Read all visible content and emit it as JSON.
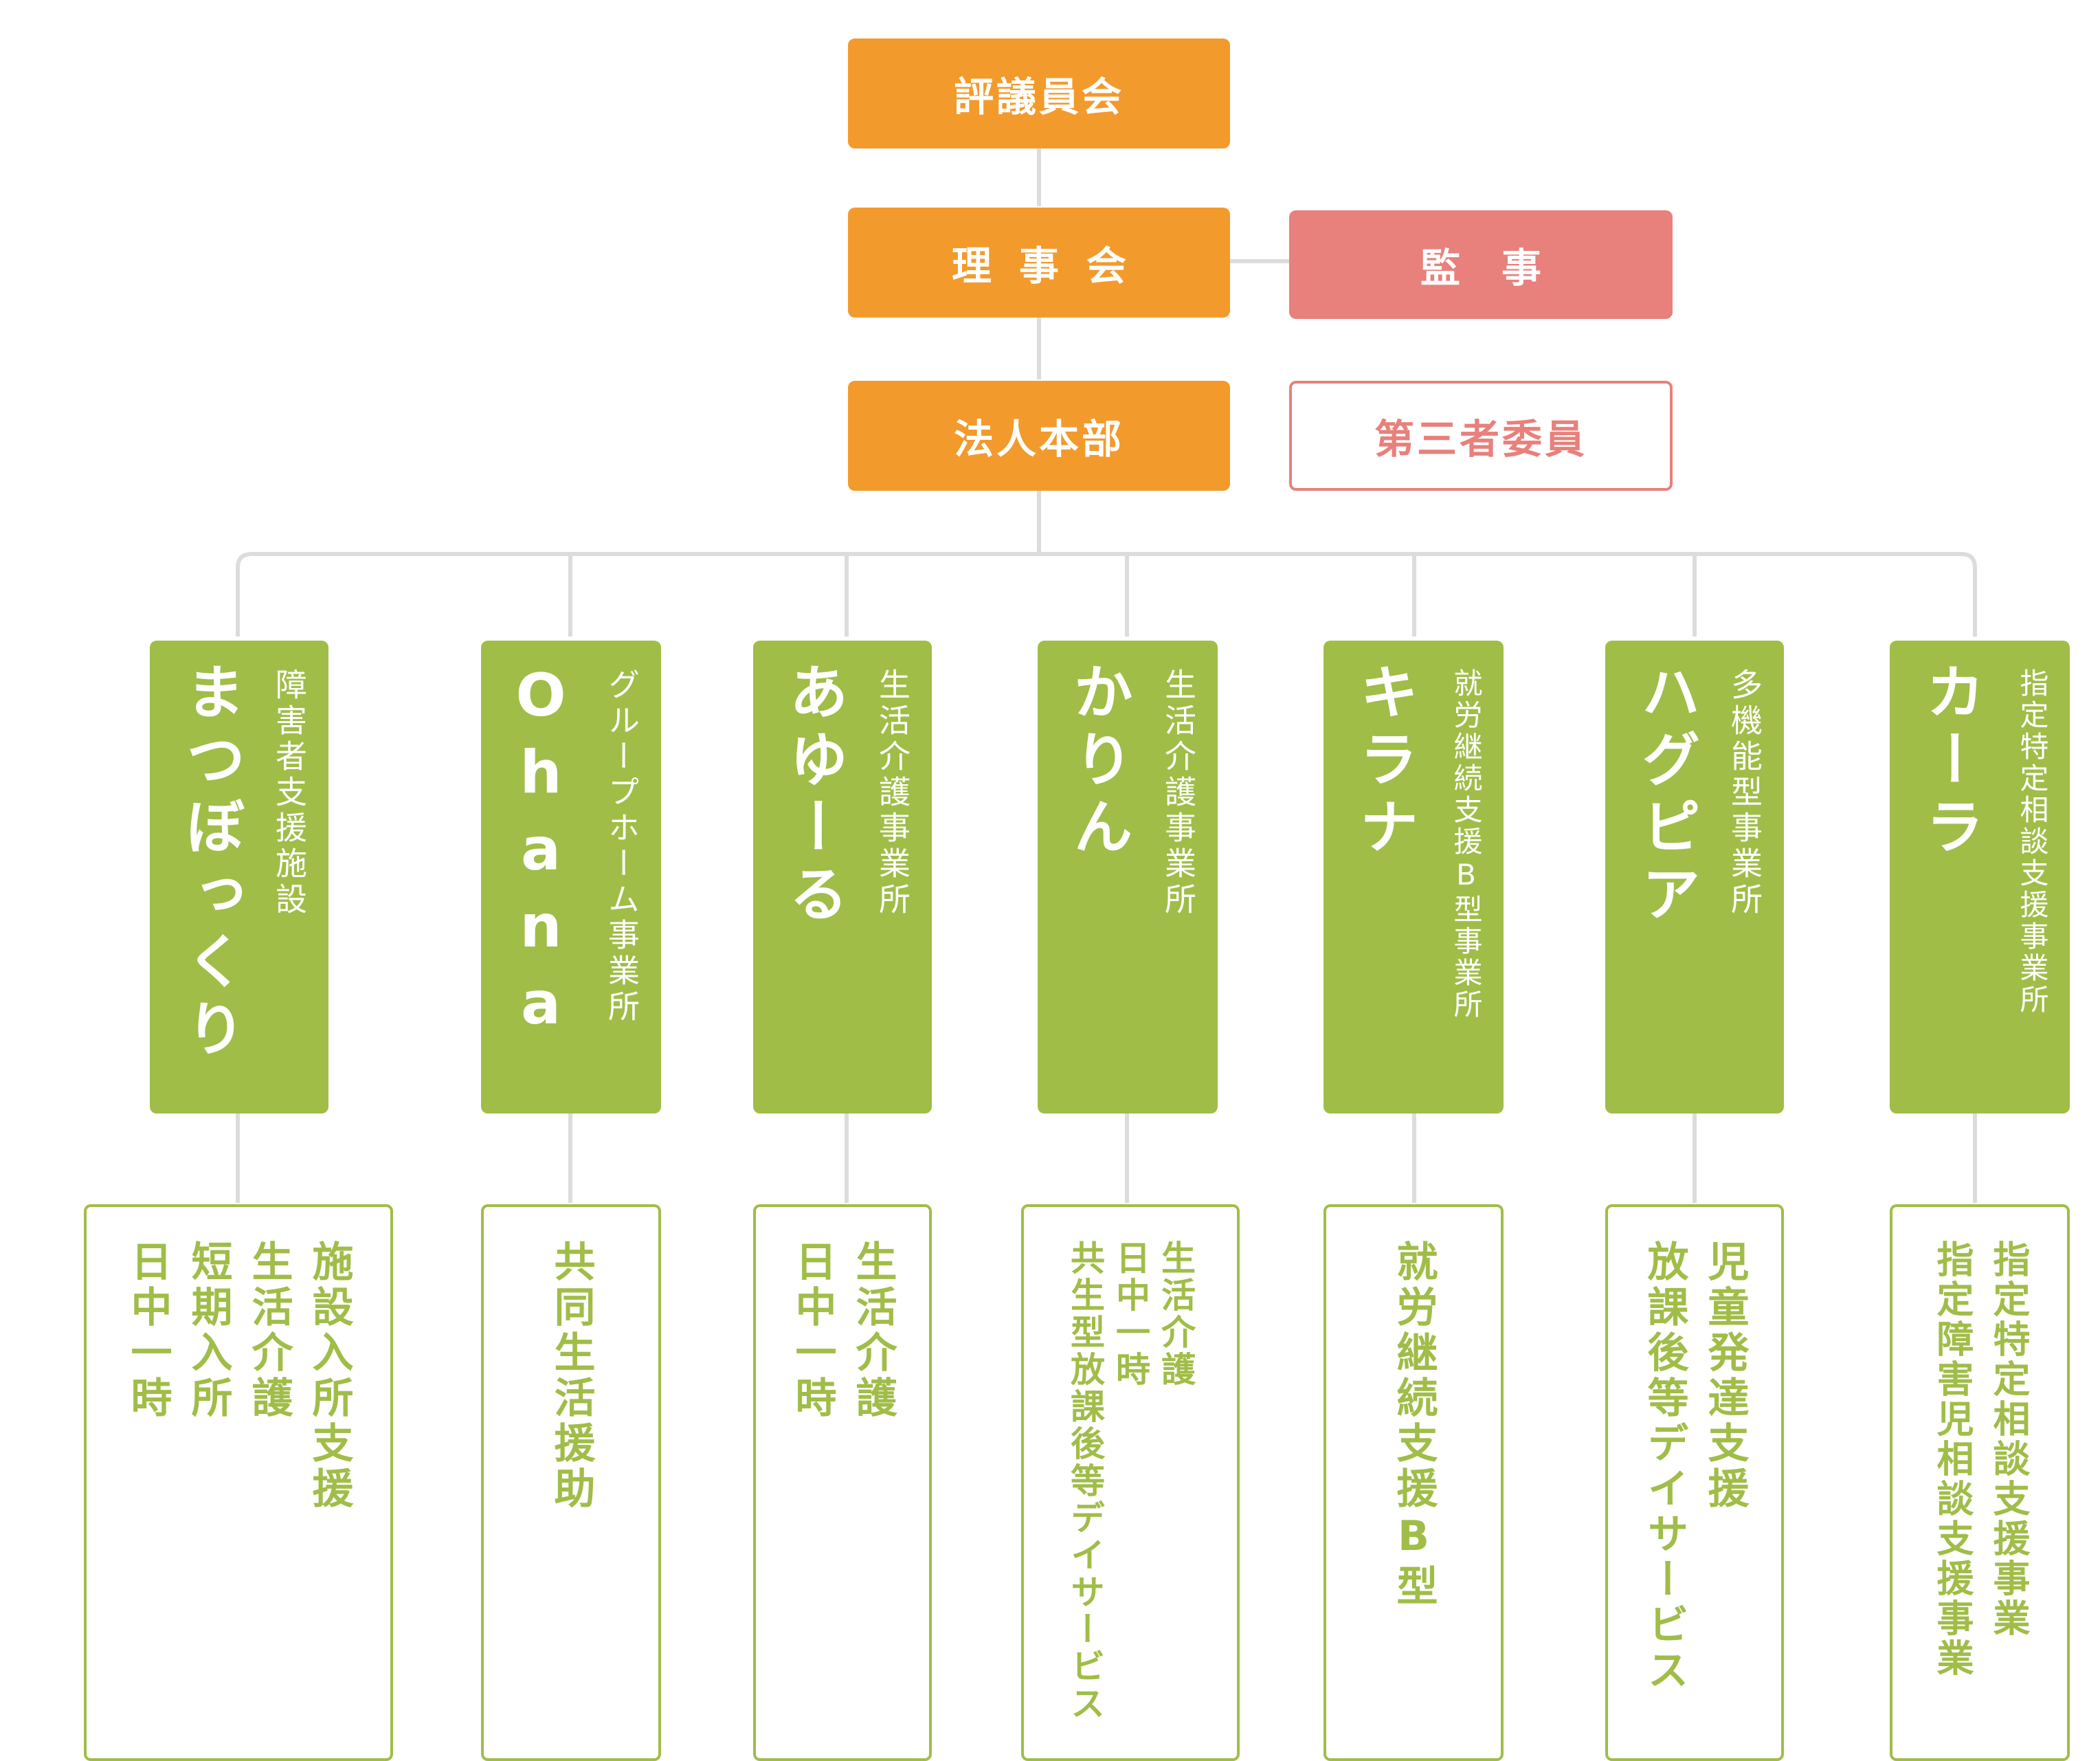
{
  "top": {
    "council": "評議員会",
    "board": "理事会",
    "auditor": "監事",
    "headquarters": "法人本部",
    "third_party": "第三者委員"
  },
  "facilities": [
    {
      "name": "まつぼっくり",
      "type": "障害者支援施設",
      "services": [
        "施設入所支援",
        "生活介護",
        "短期入所",
        "日中一時"
      ]
    },
    {
      "name": "Ohana",
      "type": "グループホーム事業所",
      "services": [
        "共同生活援助"
      ]
    },
    {
      "name": "あゆーる",
      "type": "生活介護事業所",
      "services": [
        "生活介護",
        "日中一時"
      ]
    },
    {
      "name": "かりん",
      "type": "生活介護事業所",
      "services": [
        "生活介護",
        "日中一時",
        "共生型放課後等デイサービス"
      ]
    },
    {
      "name": "キラナ",
      "type": "就労継続支援B型事業所",
      "services": [
        "就労継続支援B型"
      ]
    },
    {
      "name": "ハグピア",
      "type": "多機能型事業所",
      "services": [
        "児童発達支援",
        "放課後等デイサービス"
      ]
    },
    {
      "name": "カーラ",
      "type": "指定特定相談支援事業所",
      "services": [
        "指定特定相談支援事業",
        "指定障害児相談支援事業"
      ]
    }
  ]
}
